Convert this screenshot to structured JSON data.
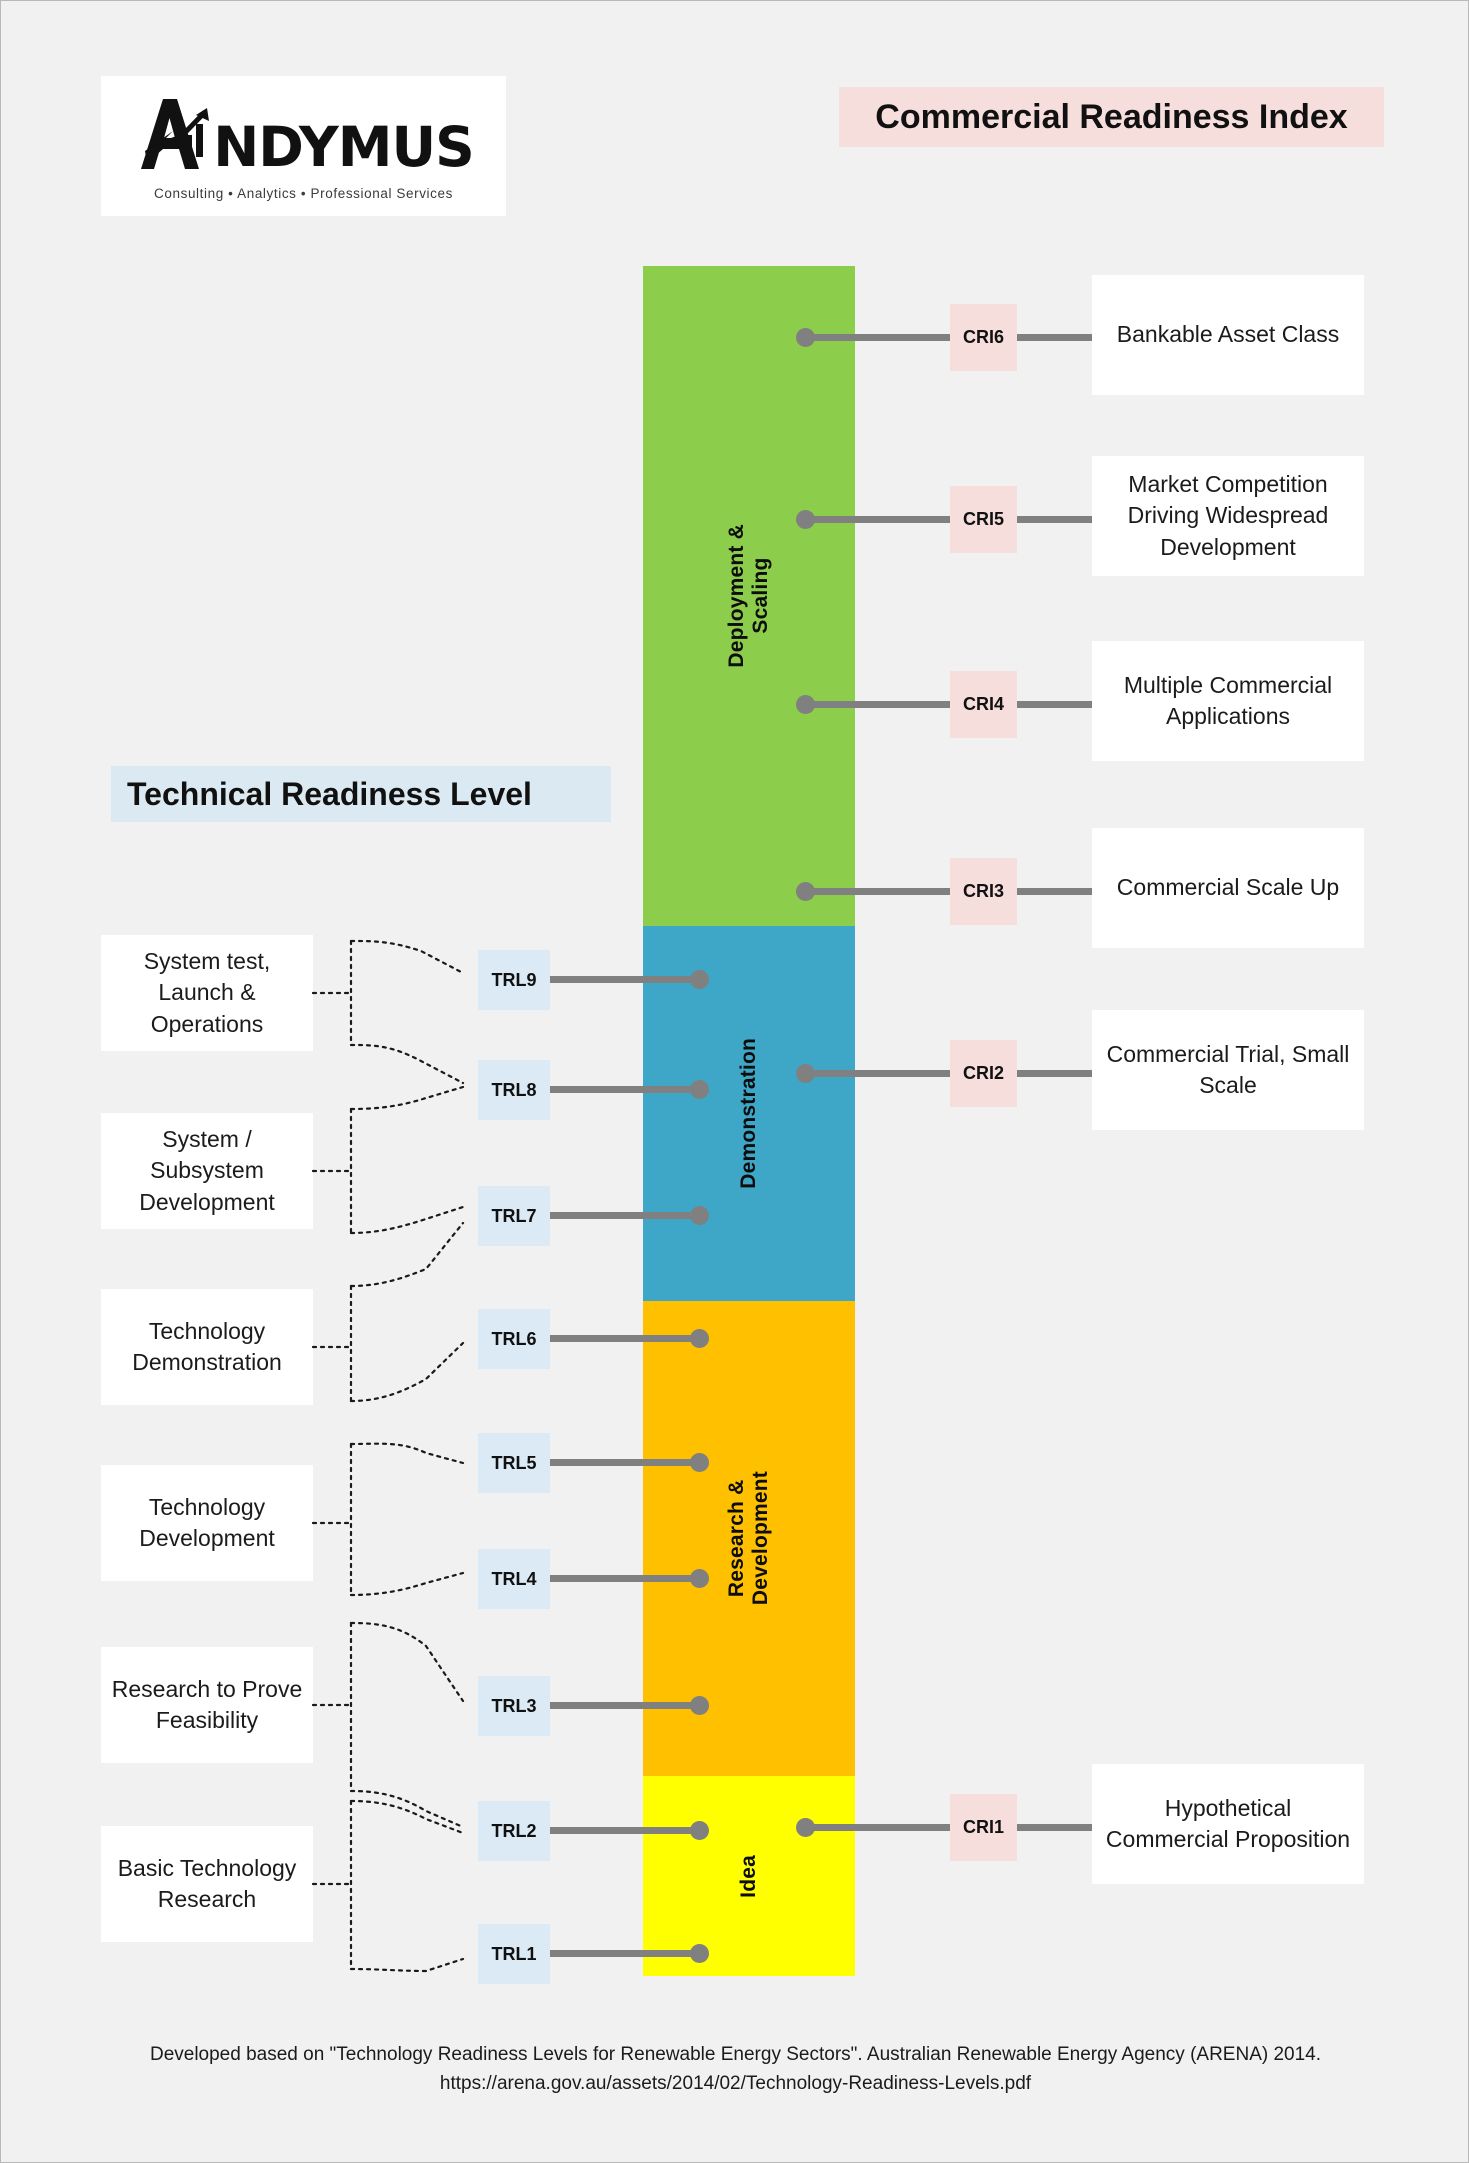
{
  "logo": {
    "wordmark_a": "A",
    "wordmark_rest": "NDYMUS",
    "tagline": "Consulting • Analytics • Professional Services"
  },
  "headings": {
    "commercial_readiness_index": "Commercial Readiness Index",
    "technical_readiness_level": "Technical Readiness Level"
  },
  "colors": {
    "page_background": "#f1f1f1",
    "deployment_green": "#8cce4c",
    "demonstration_blue": "#3ea7c7",
    "research_orange": "#ffc000",
    "idea_yellow": "#ffff00",
    "cri_pink": "#f6dedc",
    "trl_blue": "#dbeaf4",
    "connector_grey": "#808080"
  },
  "bands": [
    {
      "id": "deployment",
      "label": "Deployment &\nScaling",
      "color": "#8cce4c"
    },
    {
      "id": "demonstration",
      "label": "Demonstration",
      "color": "#3ea7c7"
    },
    {
      "id": "research",
      "label": "Research &\nDevelopment",
      "color": "#ffc000"
    },
    {
      "id": "idea",
      "label": "Idea",
      "color": "#ffff00"
    }
  ],
  "cri_items": [
    {
      "code": "CRI6",
      "label": "Bankable Asset Class"
    },
    {
      "code": "CRI5",
      "label": "Market Competition Driving Widespread Development"
    },
    {
      "code": "CRI4",
      "label": "Multiple Commercial Applications"
    },
    {
      "code": "CRI3",
      "label": "Commercial Scale Up"
    },
    {
      "code": "CRI2",
      "label": "Commercial Trial, Small Scale"
    },
    {
      "code": "CRI1",
      "label": "Hypothetical Commercial Proposition"
    }
  ],
  "trl_items": [
    {
      "code": "TRL9"
    },
    {
      "code": "TRL8"
    },
    {
      "code": "TRL7"
    },
    {
      "code": "TRL6"
    },
    {
      "code": "TRL5"
    },
    {
      "code": "TRL4"
    },
    {
      "code": "TRL3"
    },
    {
      "code": "TRL2"
    },
    {
      "code": "TRL1"
    }
  ],
  "trl_groups": [
    {
      "label": "System test, Launch & Operations",
      "covers": [
        "TRL9",
        "TRL8"
      ]
    },
    {
      "label": "System / Subsystem Development",
      "covers": [
        "TRL8",
        "TRL7"
      ]
    },
    {
      "label": "Technology Demonstration",
      "covers": [
        "TRL7",
        "TRL6"
      ]
    },
    {
      "label": "Technology Development",
      "covers": [
        "TRL5",
        "TRL4"
      ]
    },
    {
      "label": "Research to Prove Feasibility",
      "covers": [
        "TRL3",
        "TRL2"
      ]
    },
    {
      "label": "Basic Technology Research",
      "covers": [
        "TRL2",
        "TRL1"
      ]
    }
  ],
  "footer": {
    "line1": "Developed based on \"Technology Readiness Levels for Renewable Energy Sectors\". Australian Renewable Energy Agency (ARENA) 2014.",
    "line2": "https://arena.gov.au/assets/2014/02/Technology-Readiness-Levels.pdf"
  }
}
